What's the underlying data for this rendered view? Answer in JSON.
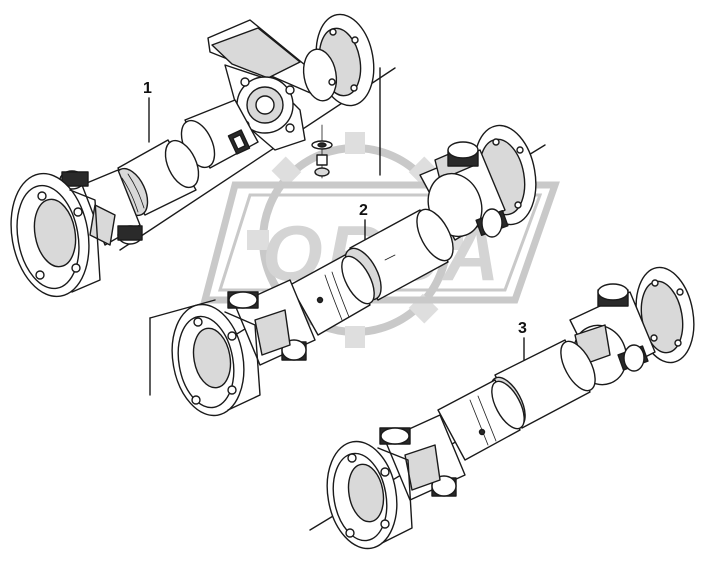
{
  "diagram": {
    "callouts": [
      {
        "id": "1",
        "label": "1"
      },
      {
        "id": "2",
        "label": "2"
      },
      {
        "id": "3",
        "label": "3"
      }
    ],
    "watermark": {
      "text": "ORSA",
      "type": "logo"
    }
  }
}
